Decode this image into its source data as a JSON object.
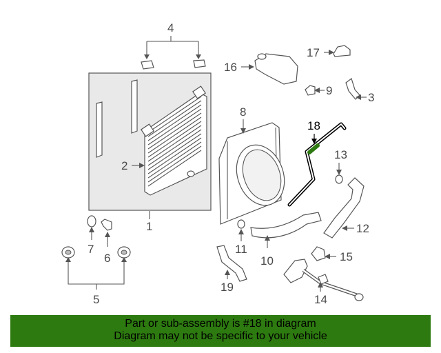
{
  "callouts": {
    "c1": "1",
    "c2": "2",
    "c3": "3",
    "c4": "4",
    "c5": "5",
    "c6": "6",
    "c7": "7",
    "c8": "8",
    "c9": "9",
    "c11": "11",
    "c12": "12",
    "c10": "10",
    "c13": "13",
    "c14": "14",
    "c15": "15",
    "c16": "16",
    "c17": "17",
    "c18": "18",
    "c19": "19"
  },
  "footer": {
    "line1": "Part or sub-assembly is #18 in diagram",
    "line2": "Diagram may not be specific to your vehicle"
  },
  "colors": {
    "footer_bg": "#2d7a10",
    "highlight_part": "#2d7a10"
  }
}
